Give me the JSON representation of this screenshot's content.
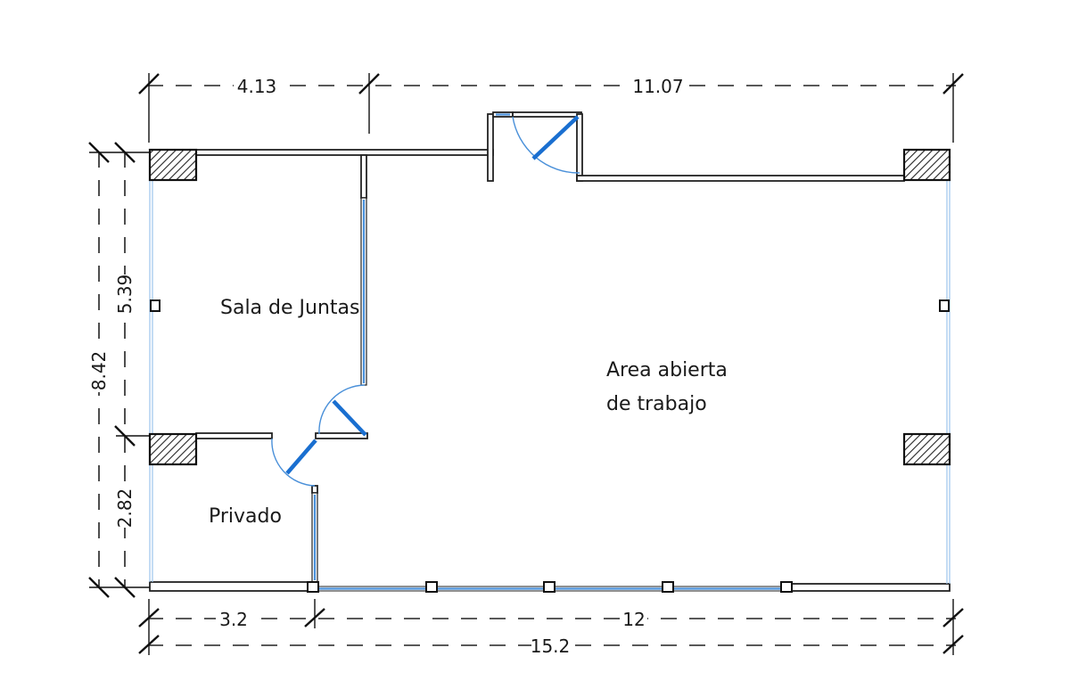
{
  "dimensions": {
    "top_left": "4.13",
    "top_right": "11.07",
    "bottom_left": "3.2",
    "bottom_right": "12",
    "bottom_total": "15.2",
    "left_upper": "5.39",
    "left_lower": "2.82",
    "left_total": "8.42"
  },
  "rooms": {
    "meeting_room": "Sala de Juntas",
    "open_area_line1": "Area abierta",
    "open_area_line2": "de trabajo",
    "private_office": "Privado"
  },
  "colors": {
    "glass": "#4a90d9",
    "door": "#1a6fd0",
    "wall": "#222222"
  }
}
